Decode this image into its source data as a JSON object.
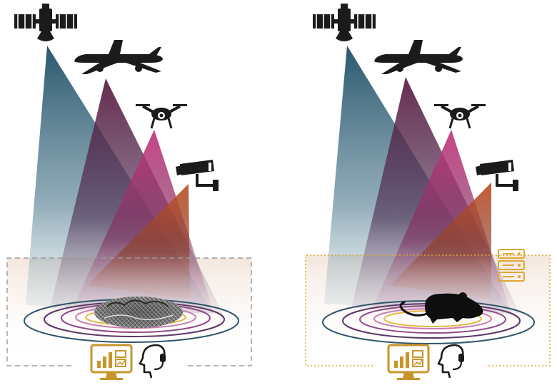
{
  "panels": [
    {
      "id": "left",
      "platforms": [
        "satellite-icon",
        "airplane-icon",
        "drone-icon",
        "surveillance-camera-icon"
      ],
      "target": "textured-pile",
      "frame_style": "dashed",
      "frame_color": "#9a9a9a",
      "console": [
        "monitor-dashboard-icon",
        "operator-headset-icon"
      ]
    },
    {
      "id": "right",
      "platforms": [
        "satellite-icon",
        "airplane-icon",
        "drone-icon",
        "surveillance-camera-icon"
      ],
      "target": "rodent-silhouette",
      "frame_style": "dotted",
      "frame_color": "#e0a630",
      "server": "server-rack-icon",
      "console": [
        "monitor-dashboard-icon",
        "operator-headset-icon"
      ]
    }
  ],
  "colors": {
    "satellite_beam": "#24566e",
    "airplane_beam": "#6b2a4e",
    "drone_beam": "#c23c7e",
    "camera_beam": "#b4552c",
    "icon_dark": "#1b1b1b",
    "console_gold": "#c9952a",
    "ring_colors": [
      "#2d5569",
      "#5b3764",
      "#8f4a86",
      "#c97fb3",
      "#e8b648"
    ]
  }
}
